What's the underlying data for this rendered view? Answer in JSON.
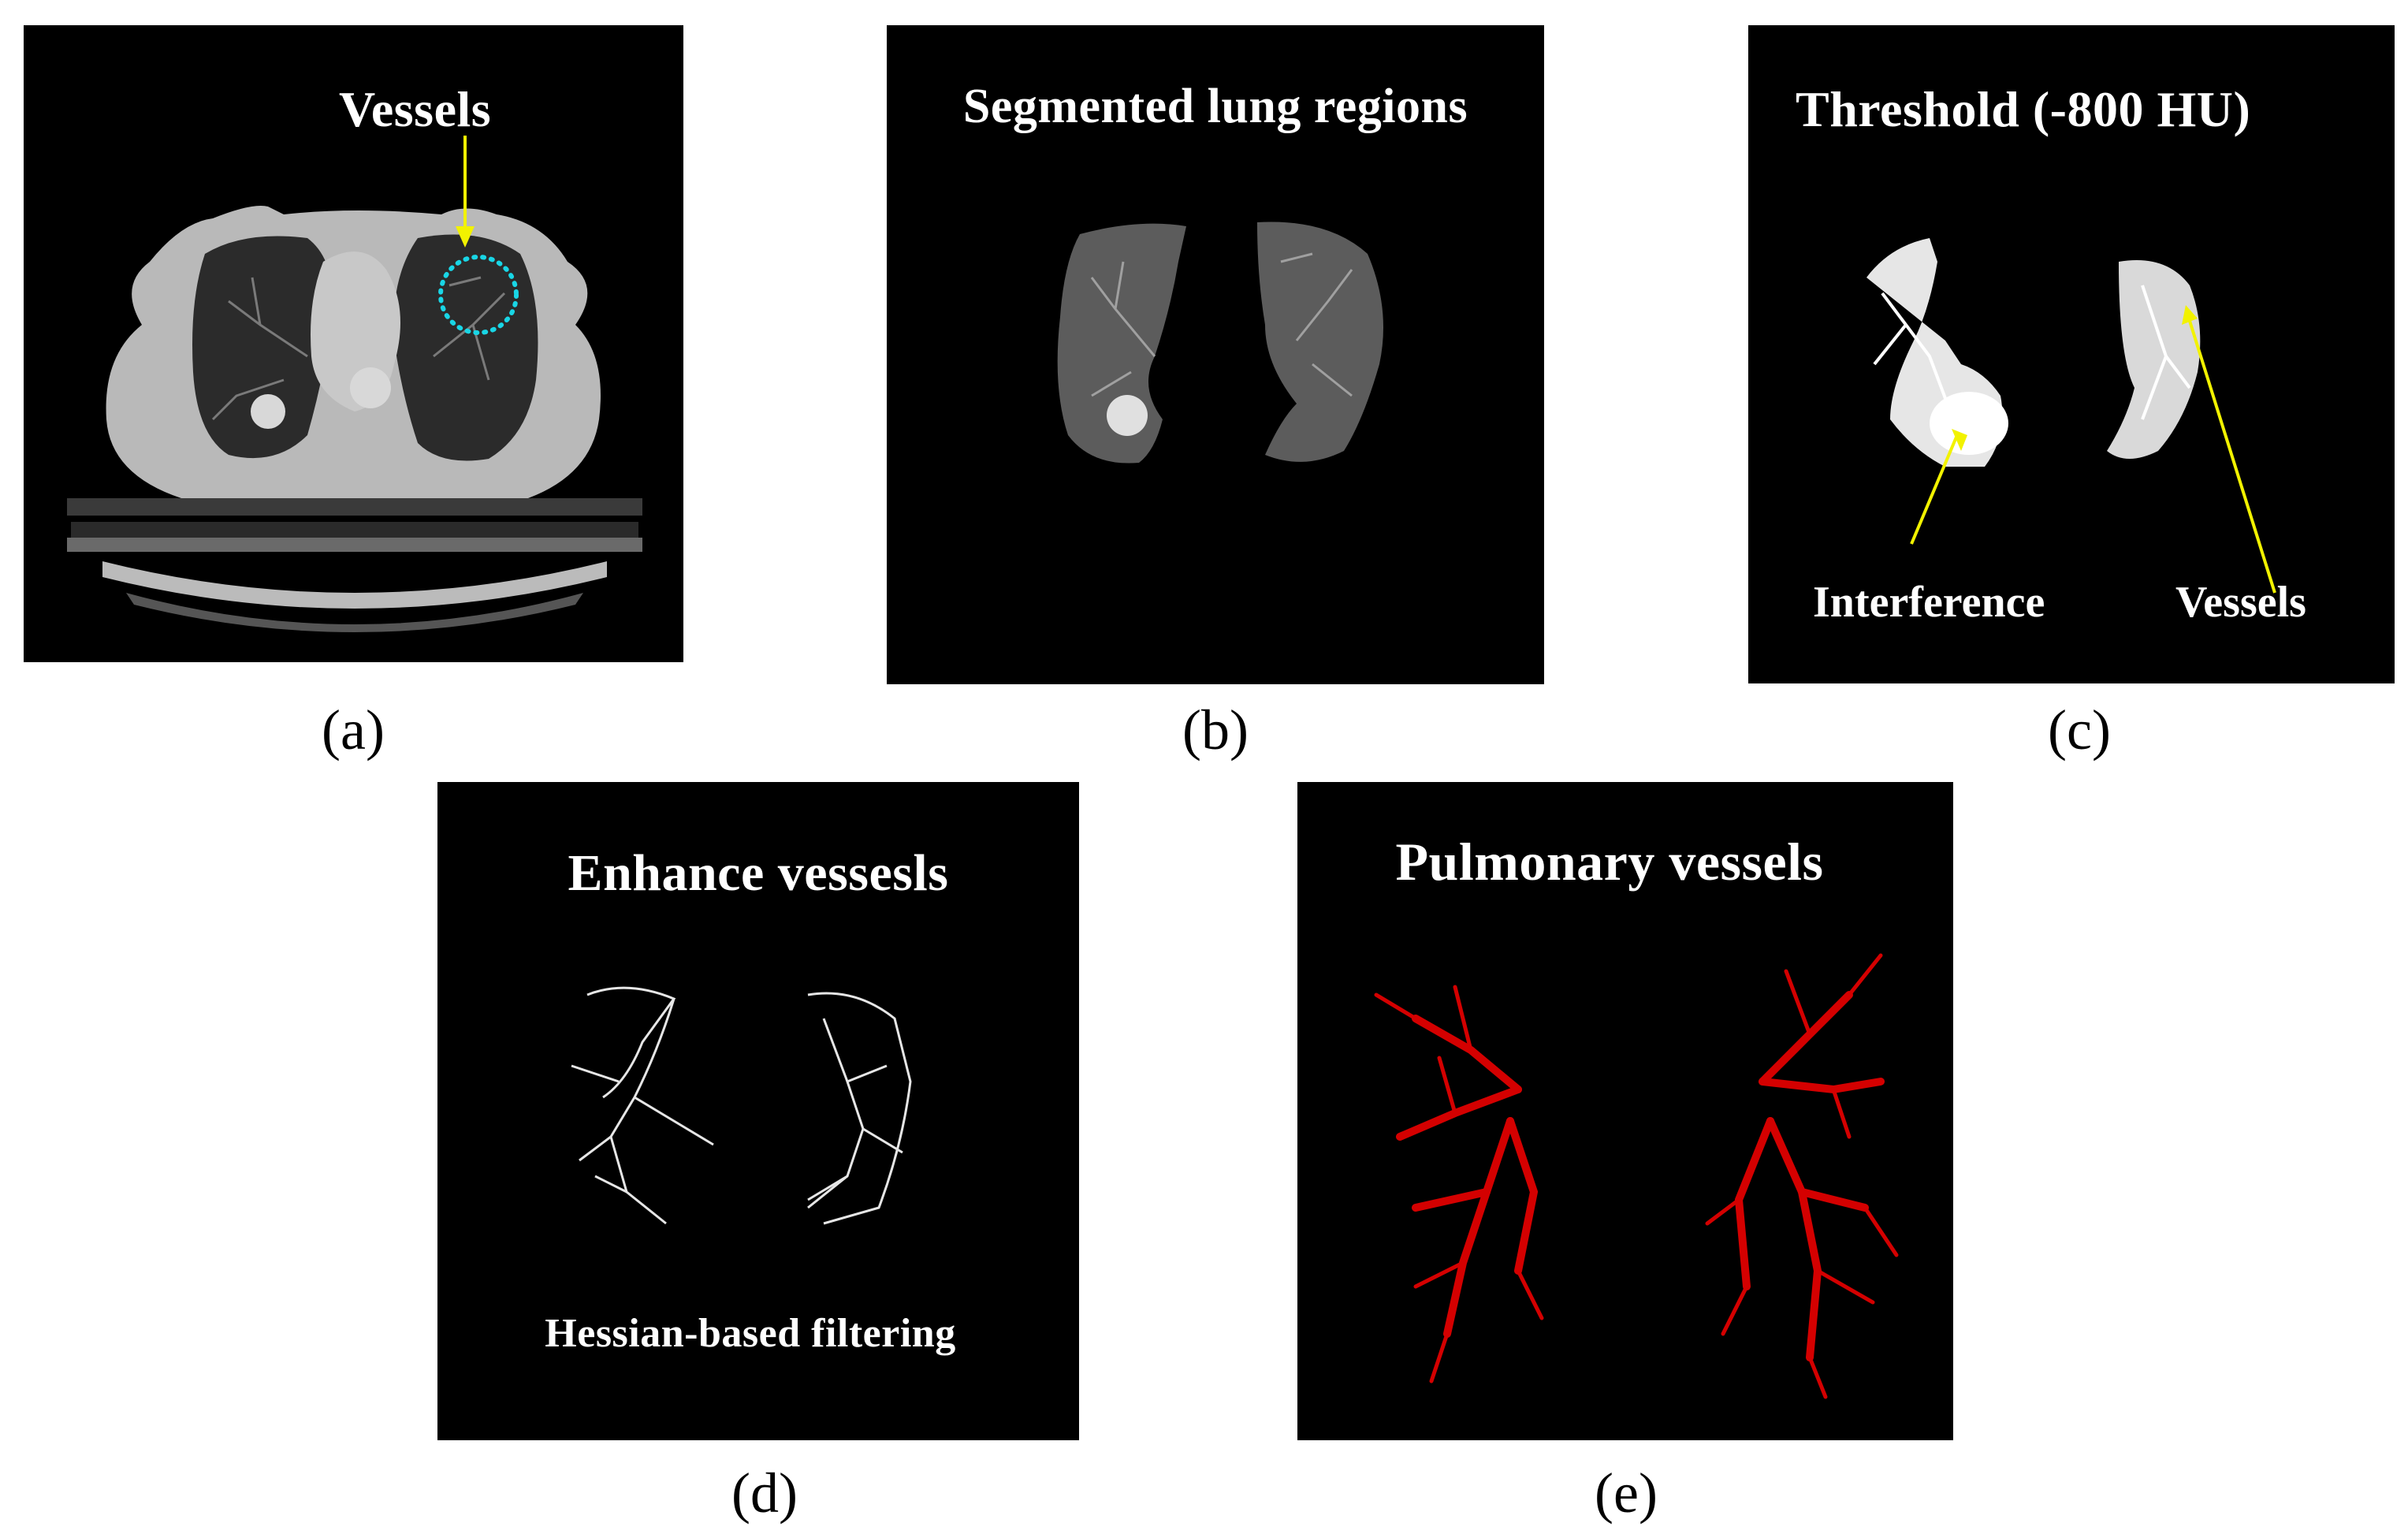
{
  "panels": {
    "a": {
      "title": "Vessels",
      "caption": "(a)"
    },
    "b": {
      "title": "Segmented lung regions",
      "caption": "(b)"
    },
    "c": {
      "title": "Threshold (-800 HU)",
      "caption": "(c)",
      "label_interference": "Interference",
      "label_vessels": "Vessels"
    },
    "d": {
      "title": "Enhance vessesls",
      "caption": "(d)",
      "subtitle": "Hessian-based filtering"
    },
    "e": {
      "title": "Pulmonary vessels",
      "caption": "(e)"
    }
  },
  "colors": {
    "arrow": "#f2f200",
    "circle": "#19d6e6",
    "vessels_3d": "#d40000"
  }
}
